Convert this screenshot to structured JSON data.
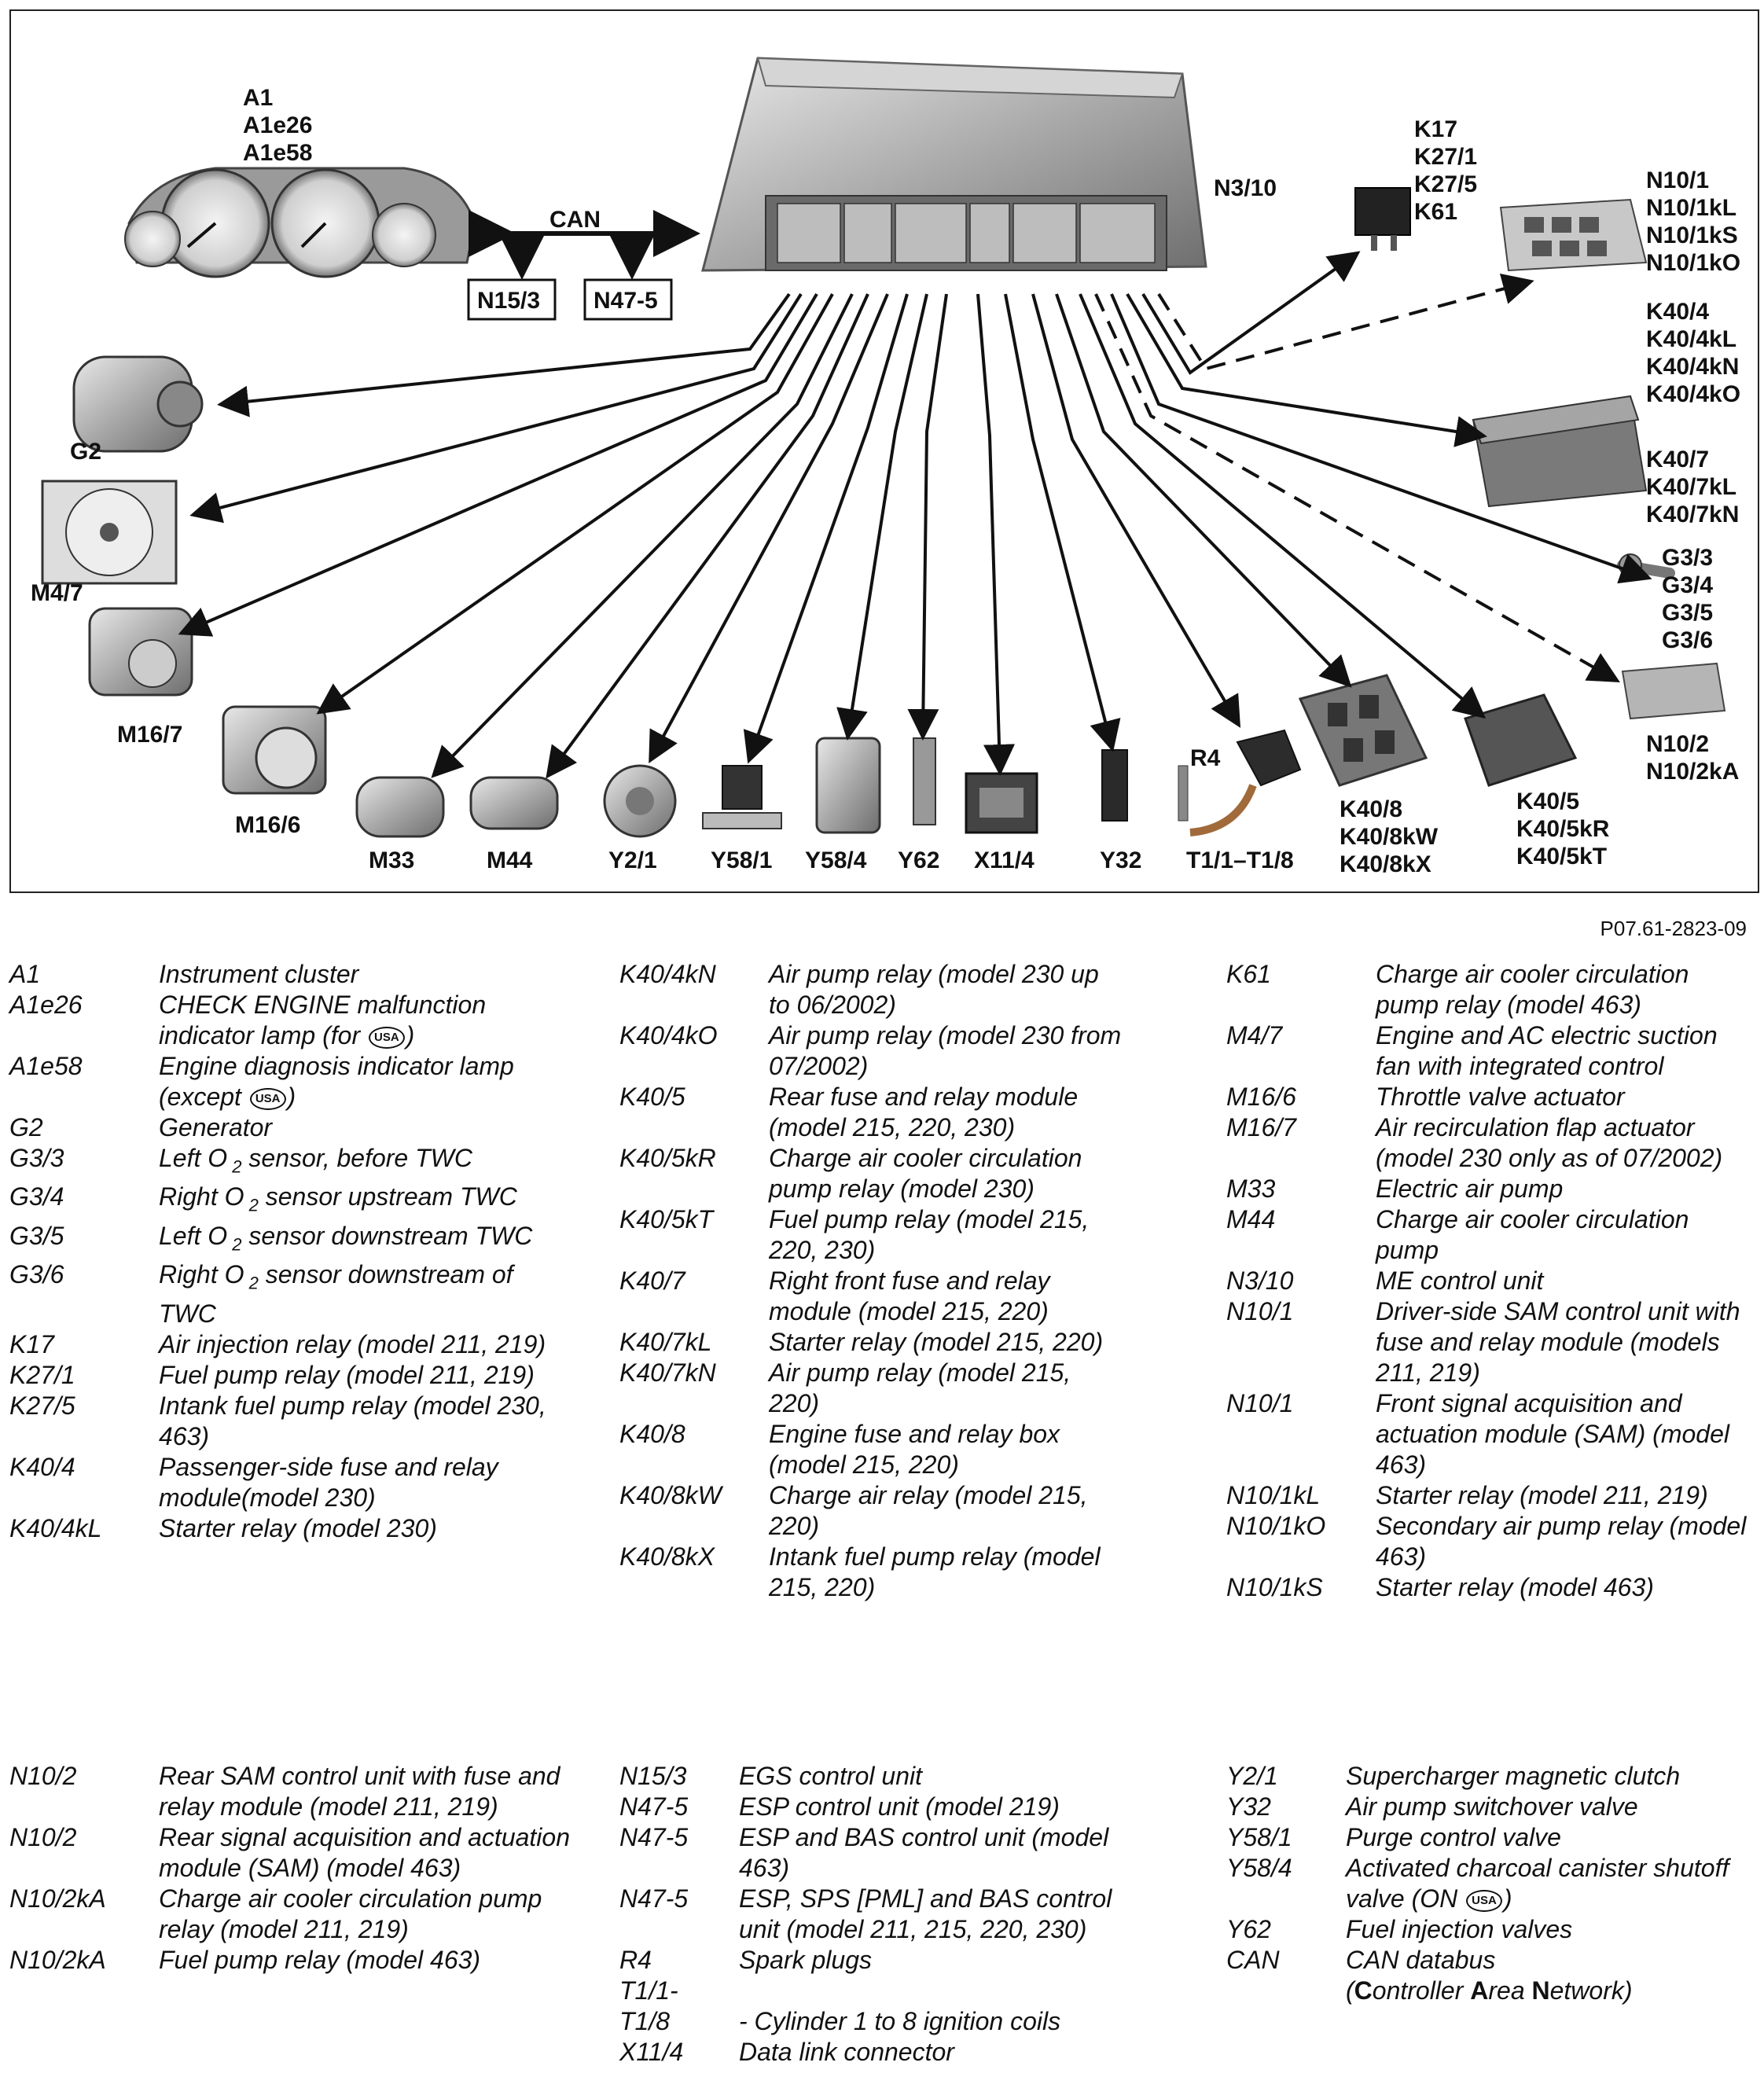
{
  "diagram": {
    "labels": {
      "a1": "A1",
      "a1e26": "A1e26",
      "a1e58": "A1e58",
      "can": "CAN",
      "n15_3": "N15/3",
      "n47_5": "N47-5",
      "n3_10": "N3/10",
      "k17": "K17",
      "k27_1": "K27/1",
      "k27_5": "K27/5",
      "k61": "K61",
      "n10_1": "N10/1",
      "n10_1kl": "N10/1kL",
      "n10_1ks": "N10/1kS",
      "n10_1ko": "N10/1kO",
      "k40_4": "K40/4",
      "k40_4kl": "K40/4kL",
      "k40_4kn": "K40/4kN",
      "k40_4ko": "K40/4kO",
      "k40_7": "K40/7",
      "k40_7kl": "K40/7kL",
      "k40_7kn": "K40/7kN",
      "g3_3": "G3/3",
      "g3_4": "G3/4",
      "g3_5": "G3/5",
      "g3_6": "G3/6",
      "n10_2": "N10/2",
      "n10_2ka": "N10/2kA",
      "k40_5": "K40/5",
      "k40_5kr": "K40/5kR",
      "k40_5kt": "K40/5kT",
      "k40_8": "K40/8",
      "k40_8kw": "K40/8kW",
      "k40_8kx": "K40/8kX",
      "r4": "R4",
      "t1": "T1/1–T1/8",
      "y32": "Y32",
      "x11_4": "X11/4",
      "y62": "Y62",
      "y58_4": "Y58/4",
      "y58_1": "Y58/1",
      "y2_1": "Y2/1",
      "m44": "M44",
      "m33": "M33",
      "m16_6": "M16/6",
      "m16_7": "M16/7",
      "m4_7": "M4/7",
      "g2": "G2"
    },
    "reference": "P07.61-2823-09"
  },
  "legend": {
    "col1": [
      {
        "code": "A1",
        "desc": "Instrument cluster"
      },
      {
        "code": "A1e26",
        "desc": "CHECK ENGINE malfunction indicator lamp (for",
        "usa": true,
        "after": ")"
      },
      {
        "code": "A1e58",
        "desc": "Engine diagnosis indicator lamp (except",
        "usa": true,
        "after": ")"
      },
      {
        "code": "G2",
        "desc": "Generator"
      },
      {
        "code": "G3/3",
        "desc": "Left O",
        "sub": "2",
        "rest": " sensor, before TWC"
      },
      {
        "code": "G3/4",
        "desc": "Right O",
        "sub": "2",
        "rest": " sensor upstream TWC"
      },
      {
        "code": "G3/5",
        "desc": "Left O",
        "sub": "2",
        "rest": " sensor downstream TWC"
      },
      {
        "code": "G3/6",
        "desc": "Right O",
        "sub": "2",
        "rest": " sensor downstream of TWC"
      },
      {
        "code": "K17",
        "desc": "Air injection relay (model 211, 219)"
      },
      {
        "code": "K27/1",
        "desc": "Fuel pump relay (model 211, 219)"
      },
      {
        "code": "K27/5",
        "desc": "Intank fuel pump relay (model 230, 463)"
      },
      {
        "code": "K40/4",
        "desc": "Passenger-side fuse and relay module(model 230)"
      },
      {
        "code": "K40/4kL",
        "desc": "Starter relay (model 230)"
      }
    ],
    "col2": [
      {
        "code": "K40/4kN",
        "desc": "Air pump relay (model 230 up to 06/2002)"
      },
      {
        "code": "K40/4kO",
        "desc": "Air pump relay (model 230 from 07/2002)"
      },
      {
        "code": "K40/5",
        "desc": "Rear fuse and relay module (model 215, 220, 230)"
      },
      {
        "code": "K40/5kR",
        "desc": "Charge air cooler circulation pump relay (model 230)"
      },
      {
        "code": "K40/5kT",
        "desc": "Fuel pump relay (model 215, 220, 230)"
      },
      {
        "code": "K40/7",
        "desc": "Right front fuse and relay module (model 215, 220)"
      },
      {
        "code": "K40/7kL",
        "desc": "Starter relay (model 215, 220)"
      },
      {
        "code": "K40/7kN",
        "desc": "Air pump relay (model 215, 220)"
      },
      {
        "code": "K40/8",
        "desc": "Engine fuse and relay box (model 215, 220)"
      },
      {
        "code": "K40/8kW",
        "desc": "Charge air relay (model 215, 220)"
      },
      {
        "code": "K40/8kX",
        "desc": "Intank fuel pump relay (model 215, 220)"
      }
    ],
    "col3": [
      {
        "code": "K61",
        "desc": "Charge air cooler circulation pump relay (model 463)"
      },
      {
        "code": "M4/7",
        "desc": "Engine and AC electric suction fan with integrated control"
      },
      {
        "code": "M16/6",
        "desc": "Throttle valve actuator"
      },
      {
        "code": "M16/7",
        "desc": "Air recirculation flap actuator (model 230 only as of 07/2002)"
      },
      {
        "code": "M33",
        "desc": "Electric air pump"
      },
      {
        "code": "M44",
        "desc": "Charge air cooler circulation pump"
      },
      {
        "code": "N3/10",
        "desc": "ME control unit"
      },
      {
        "code": "N10/1",
        "desc": "Driver-side SAM control unit with fuse and relay module (models 211, 219)"
      },
      {
        "code": "N10/1",
        "desc": "Front signal acquisition and actuation module (SAM) (model 463)"
      },
      {
        "code": "N10/1kL",
        "desc": "Starter relay (model 211, 219)"
      },
      {
        "code": "N10/1kO",
        "desc": "Secondary air pump relay (model 463)"
      },
      {
        "code": "N10/1kS",
        "desc": "Starter relay (model 463)"
      }
    ],
    "col4": [
      {
        "code": "N10/2",
        "desc": "Rear SAM control unit with fuse and relay module (model 211, 219)"
      },
      {
        "code": "N10/2",
        "desc": "Rear signal acquisition and actuation module (SAM) (model 463)"
      },
      {
        "code": "N10/2kA",
        "desc": "Charge air cooler circulation pump relay (model 211, 219)"
      },
      {
        "code": "N10/2kA",
        "desc": "Fuel pump relay (model 463)"
      }
    ],
    "col5": [
      {
        "code": "N15/3",
        "desc": "EGS control unit"
      },
      {
        "code": "N47-5",
        "desc": "ESP control unit (model 219)"
      },
      {
        "code": "N47-5",
        "desc": "ESP and BAS control unit (model 463)"
      },
      {
        "code": "N47-5",
        "desc": "ESP, SPS [PML] and BAS control unit (model 211, 215, 220, 230)"
      },
      {
        "code": "R4",
        "desc": "Spark plugs"
      },
      {
        "code": "T1/1-",
        "desc": ""
      },
      {
        "code": "T1/8",
        "desc": "- Cylinder 1 to 8 ignition coils"
      },
      {
        "code": "X11/4",
        "desc": "Data link connector"
      }
    ],
    "col6": [
      {
        "code": "Y2/1",
        "desc": "Supercharger magnetic clutch"
      },
      {
        "code": "Y32",
        "desc": "Air pump switchover valve"
      },
      {
        "code": "Y58/1",
        "desc": "Purge control valve"
      },
      {
        "code": "Y58/4",
        "desc": "Activated charcoal canister shutoff valve (ON",
        "usa": true,
        "after": ")"
      },
      {
        "code": "Y62",
        "desc": "Fuel injection valves"
      },
      {
        "code": "CAN",
        "desc": "CAN databus"
      },
      {
        "code": "",
        "desc": "(Controller Area Network)",
        "can": true
      }
    ],
    "usa_badge": "USA",
    "can_parts": [
      "C",
      "ontroller ",
      "A",
      "rea ",
      "N",
      "etwork)"
    ]
  },
  "colors": {
    "line": "#111111",
    "part": "#8a8a8a"
  }
}
